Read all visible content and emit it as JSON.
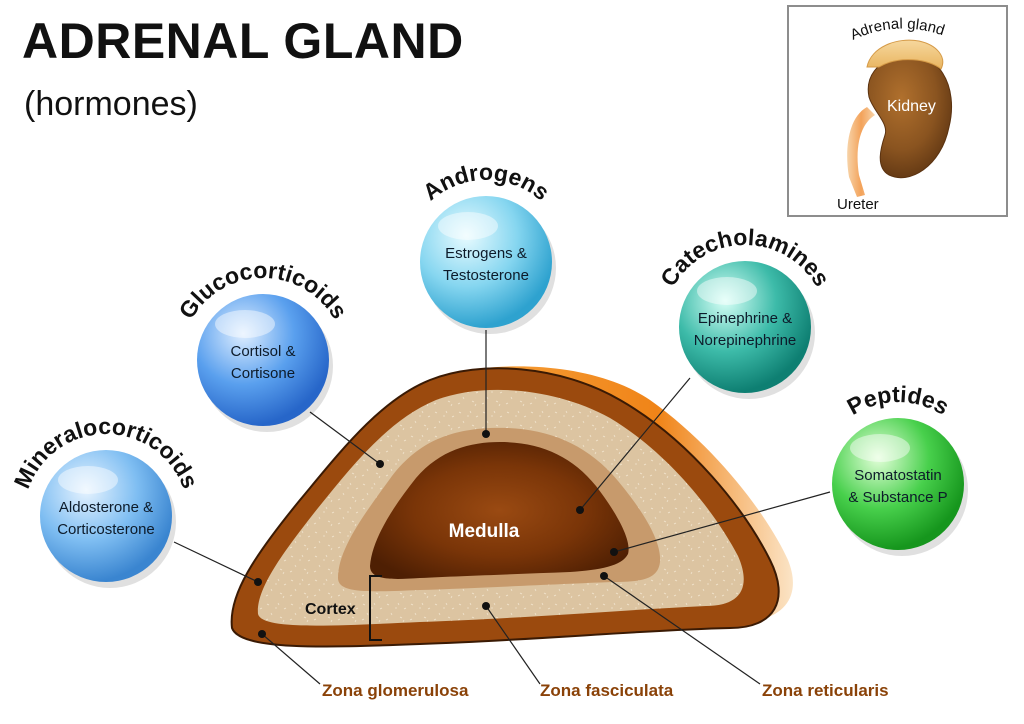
{
  "title": "ADRENAL GLAND",
  "subtitle": "(hormones)",
  "inset": {
    "adrenal_gland_label": "Adrenal gland",
    "kidney_label": "Kidney",
    "ureter_label": "Ureter"
  },
  "hormone_groups": [
    {
      "category": "Mineralocorticoids",
      "line1": "Aldosterone &",
      "line2": "Corticosterone",
      "color": "#5aa6e8"
    },
    {
      "category": "Glucocorticoids",
      "line1": "Cortisol &",
      "line2": "Cortisone",
      "color": "#3f8fe6"
    },
    {
      "category": "Androgens",
      "line1": "Estrogens &",
      "line2": "Testosterone",
      "color": "#5cc3e8"
    },
    {
      "category": "Catecholamines",
      "line1": "Epinephrine &",
      "line2": "Norepinephrine",
      "color": "#26a89a"
    },
    {
      "category": "Peptides",
      "line1": "Somatostatin",
      "line2": "& Substance P",
      "color": "#2fbf3a"
    }
  ],
  "gland": {
    "medulla_label": "Medulla",
    "cortex_label": "Cortex",
    "zones": [
      "Zona glomerulosa",
      "Zona fasciculata",
      "Zona reticularis"
    ],
    "colors": {
      "capsule": "#9b4a0e",
      "fasciculata": "#dcc4a1",
      "reticularis": "#c79a6c",
      "medulla": "#6b2d06",
      "side": "#f28a1e",
      "zone_label": "#8a4208"
    }
  }
}
